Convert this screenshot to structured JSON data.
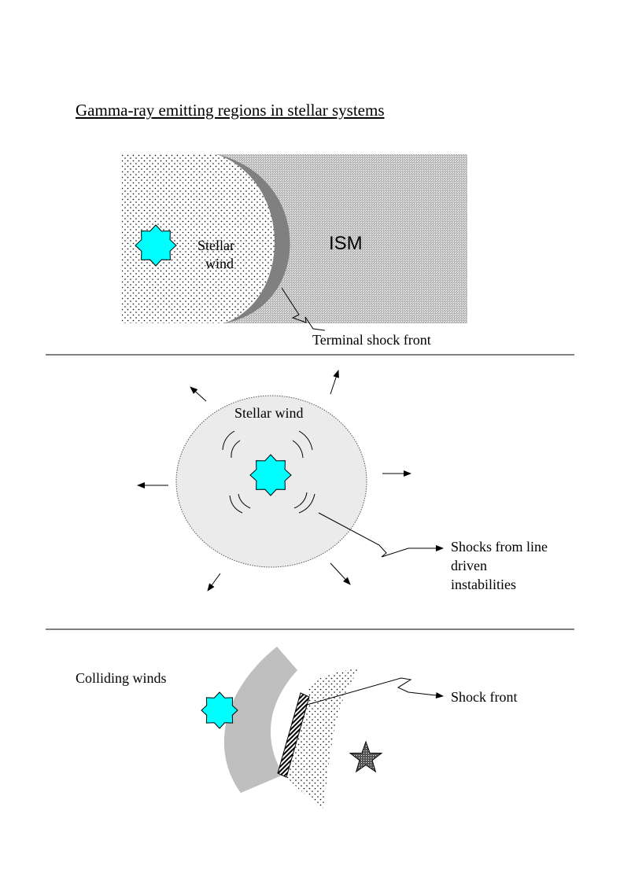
{
  "title": "Gamma-ray emitting regions in stellar systems",
  "colors": {
    "star": "#00ffff",
    "shock_shell": "#808080",
    "wind_disk": "#ebebeb",
    "wind_arc": "#bfbfbf",
    "shock_hatch": "#000000"
  },
  "icons": {
    "star": "eight-point-star-icon",
    "companion": "five-point-star-icon"
  },
  "panel1": {
    "label_stellar": "Stellar",
    "label_wind": "wind",
    "label_ism": "ISM",
    "label_shock": "Terminal shock front"
  },
  "panel2": {
    "label_wind": "Stellar wind",
    "label_line1": "Shocks from line",
    "label_line2": "driven",
    "label_line3": "instabilities"
  },
  "panel3": {
    "label_colliding": "Colliding winds",
    "label_shock": "Shock front"
  }
}
